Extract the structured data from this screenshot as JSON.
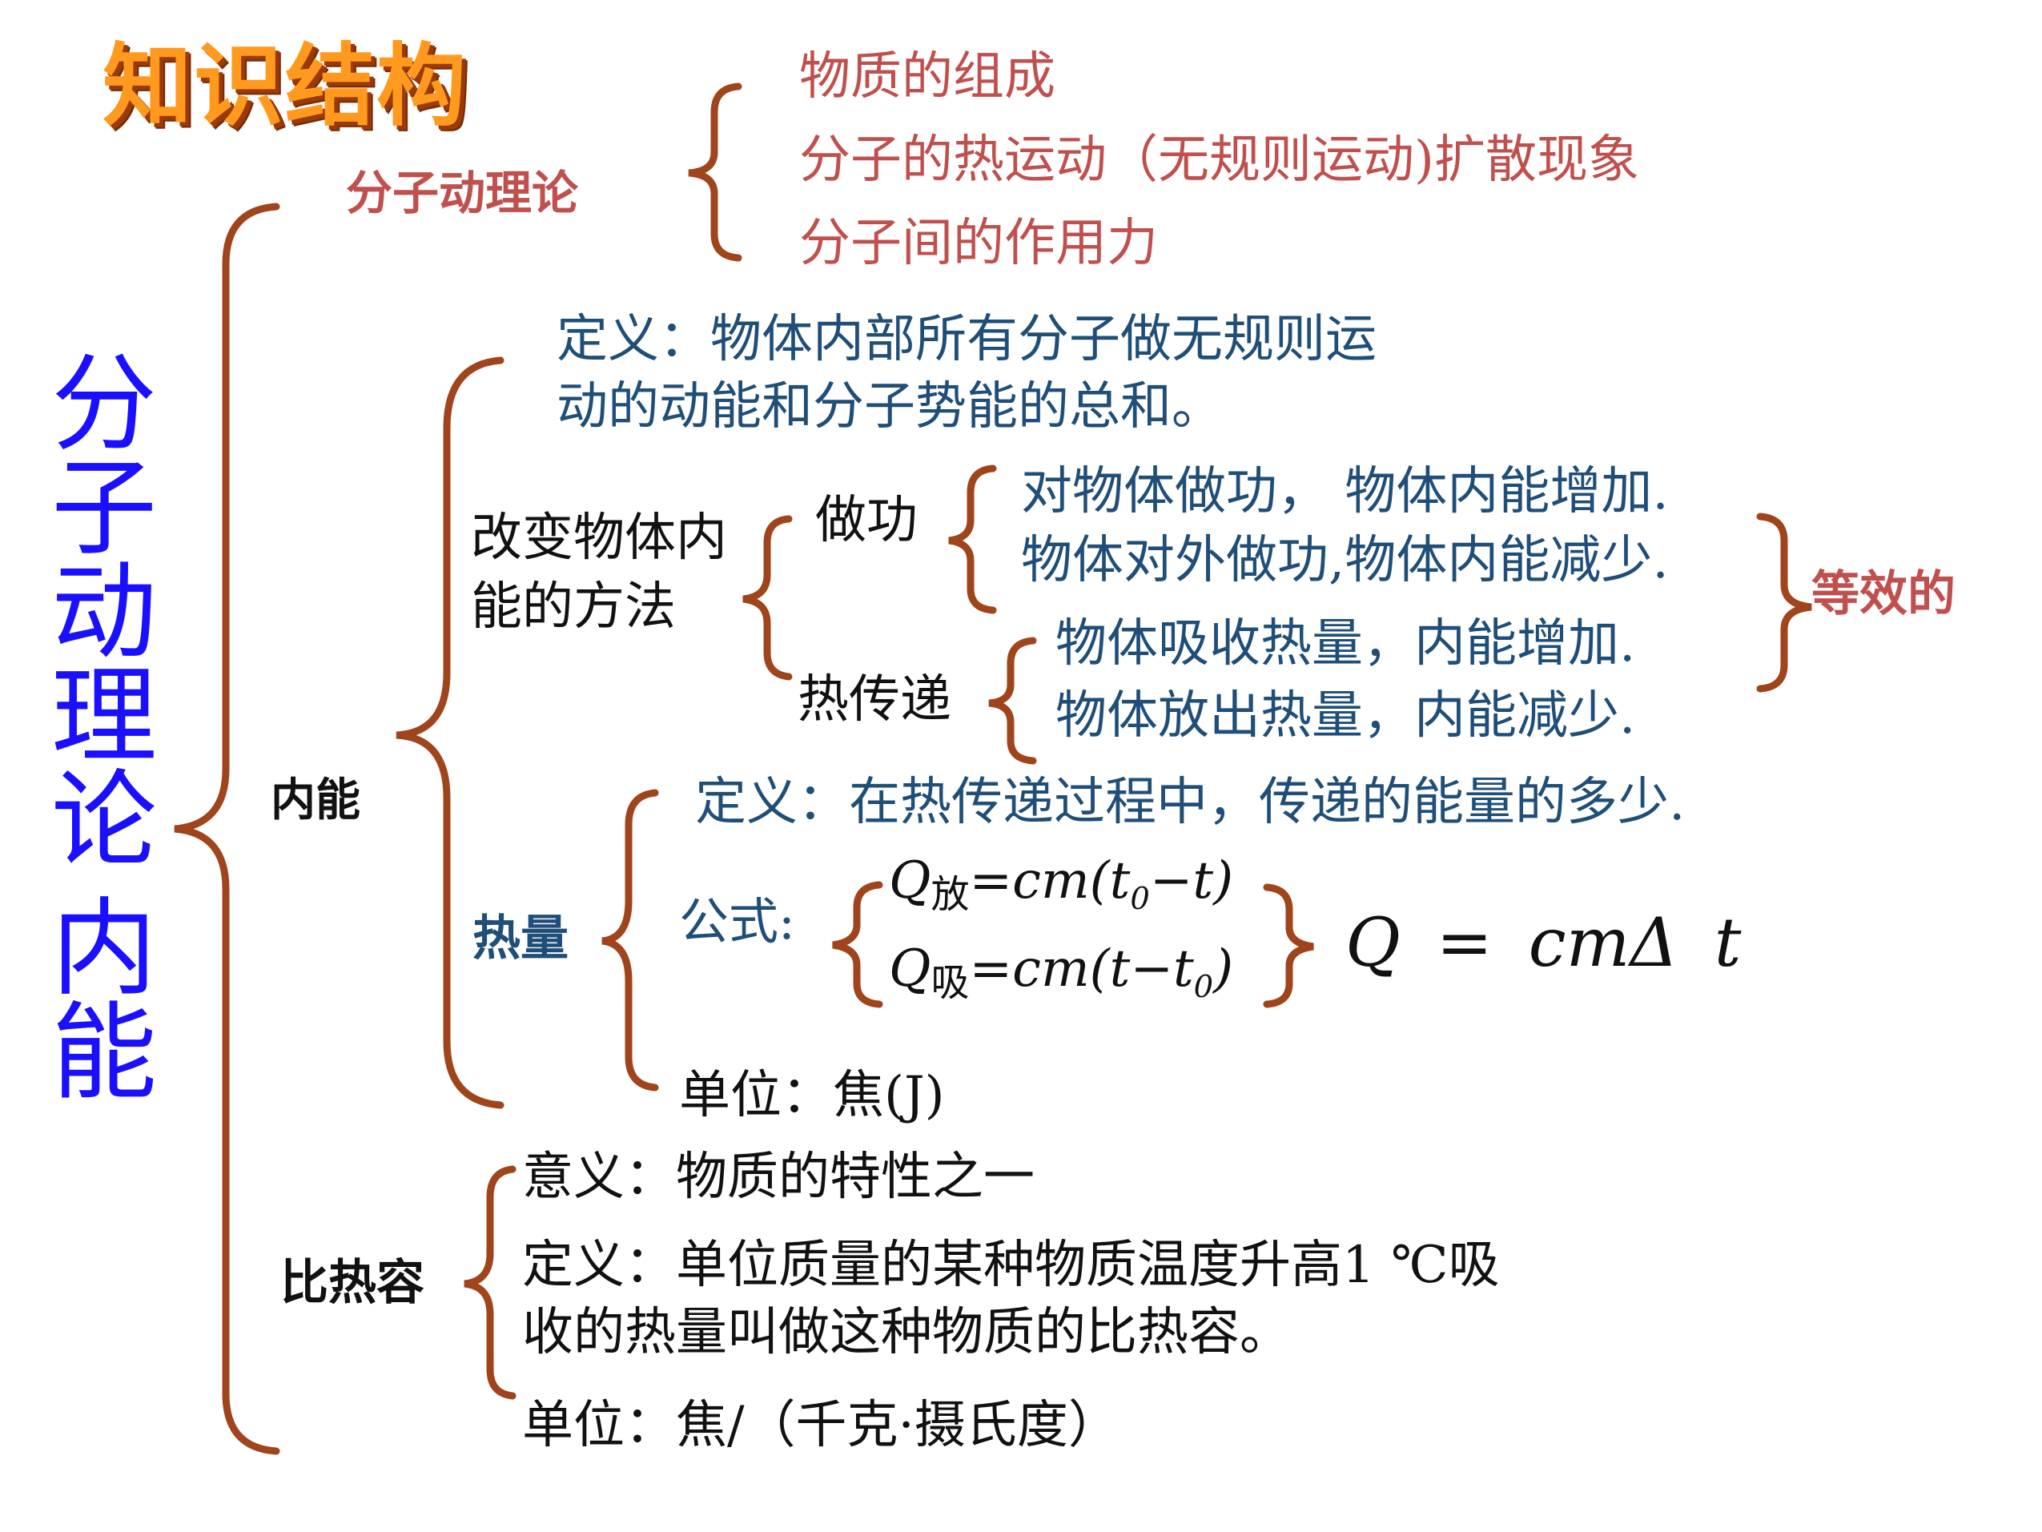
{
  "title": "知识结构",
  "vertical_title": [
    "分",
    "子",
    "动",
    "理",
    "论",
    "内",
    "能"
  ],
  "molecular_theory": {
    "label": "分子动理论",
    "items": [
      "物质的组成",
      "分子的热运动（无规则运动)扩散现象",
      "分子间的作用力"
    ]
  },
  "internal_energy": {
    "label": "内能",
    "definition_line1": "定义：物体内部所有分子做无规则运",
    "definition_line2": "动的动能和分子势能的总和。",
    "change_methods_line1": "改变物体内",
    "change_methods_line2": "能的方法",
    "work": {
      "label": "做功",
      "item1": "对物体做功，  物体内能增加.",
      "item2": "物体对外做功,物体内能减少."
    },
    "heat_transfer": {
      "label": "热传递",
      "item1": "物体吸收热量，内能增加.",
      "item2": "物体放出热量，内能减少."
    },
    "equivalent": "等效的",
    "heat": {
      "label": "热量",
      "definition": "定义：在热传递过程中，传递的能量的多少.",
      "formula_label": "公式:",
      "formula1_q": "Q",
      "formula1_sub": "放",
      "formula1_rest": "=cm(t",
      "formula1_sub0": "0",
      "formula1_end": "−t)",
      "formula2_q": "Q",
      "formula2_sub": "吸",
      "formula2_rest": "=cm(t−t",
      "formula2_sub0": "0",
      "formula2_end": ")",
      "formula_general": "Q = cmΔ t",
      "unit": "单位：焦(J)"
    }
  },
  "specific_heat": {
    "label": "比热容",
    "meaning": "意义：物质的特性之一",
    "definition_line1": "定义：单位质量的某种物质温度升高1 ℃吸",
    "definition_line2": "收的热量叫做这种物质的比热容。",
    "unit": "单位：焦/（千克·摄氏度）"
  },
  "colors": {
    "brace": "#a0441c",
    "title_fill": "#ff9a1e",
    "vertical_title": "#1a10ff",
    "red_text": "#c0504d",
    "blue_text": "#1f4e79"
  }
}
